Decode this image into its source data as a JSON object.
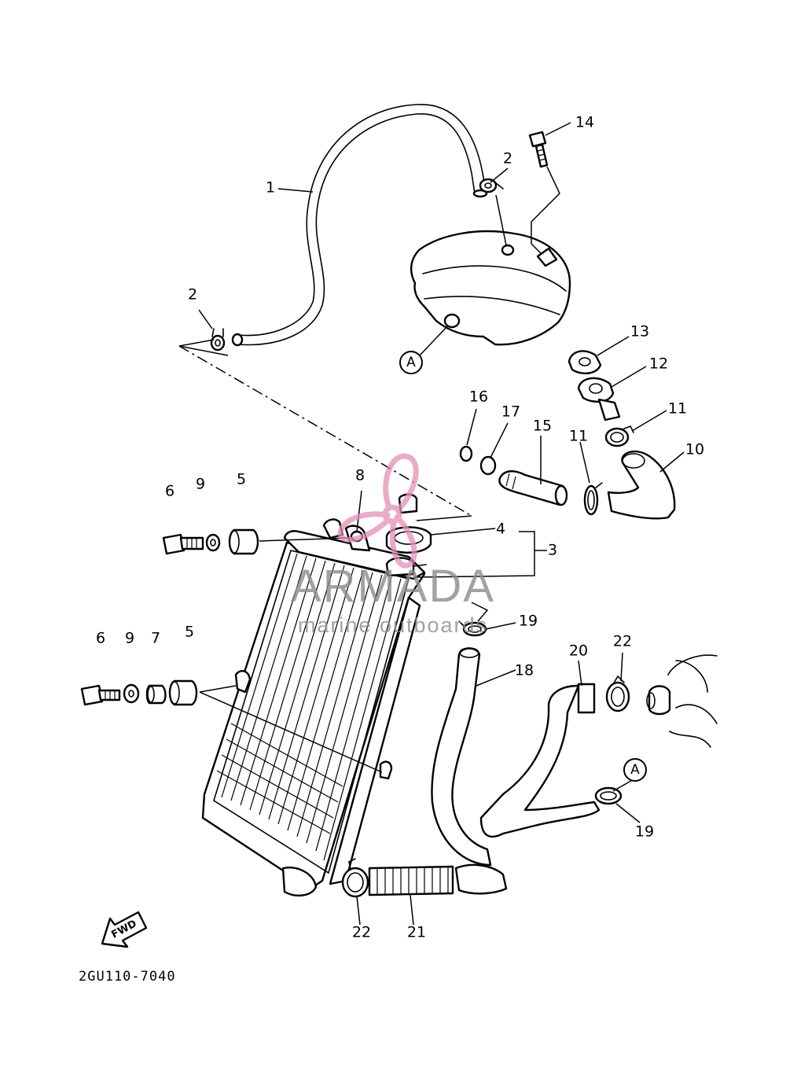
{
  "diagram": {
    "code": "2GU110-7040",
    "fwd_label": "FWD",
    "reference_mark": "A"
  },
  "callouts": [
    {
      "id": "c1",
      "label": "1"
    },
    {
      "id": "c2a",
      "label": "2"
    },
    {
      "id": "c2b",
      "label": "2"
    },
    {
      "id": "c3",
      "label": "3"
    },
    {
      "id": "c4",
      "label": "4"
    },
    {
      "id": "c5a",
      "label": "5"
    },
    {
      "id": "c5b",
      "label": "5"
    },
    {
      "id": "c6a",
      "label": "6"
    },
    {
      "id": "c6b",
      "label": "6"
    },
    {
      "id": "c7",
      "label": "7"
    },
    {
      "id": "c8",
      "label": "8"
    },
    {
      "id": "c9a",
      "label": "9"
    },
    {
      "id": "c9b",
      "label": "9"
    },
    {
      "id": "c10",
      "label": "10"
    },
    {
      "id": "c11a",
      "label": "11"
    },
    {
      "id": "c11b",
      "label": "11"
    },
    {
      "id": "c12",
      "label": "12"
    },
    {
      "id": "c13",
      "label": "13"
    },
    {
      "id": "c14",
      "label": "14"
    },
    {
      "id": "c15",
      "label": "15"
    },
    {
      "id": "c16",
      "label": "16"
    },
    {
      "id": "c17",
      "label": "17"
    },
    {
      "id": "c18",
      "label": "18"
    },
    {
      "id": "c19a",
      "label": "19"
    },
    {
      "id": "c19b",
      "label": "19"
    },
    {
      "id": "c20",
      "label": "20"
    },
    {
      "id": "c21",
      "label": "21"
    },
    {
      "id": "c22a",
      "label": "22"
    },
    {
      "id": "c22b",
      "label": "22"
    }
  ],
  "watermark": {
    "name": "ARMADA",
    "tagline": "marine outboards",
    "color": "#e58fb6"
  }
}
